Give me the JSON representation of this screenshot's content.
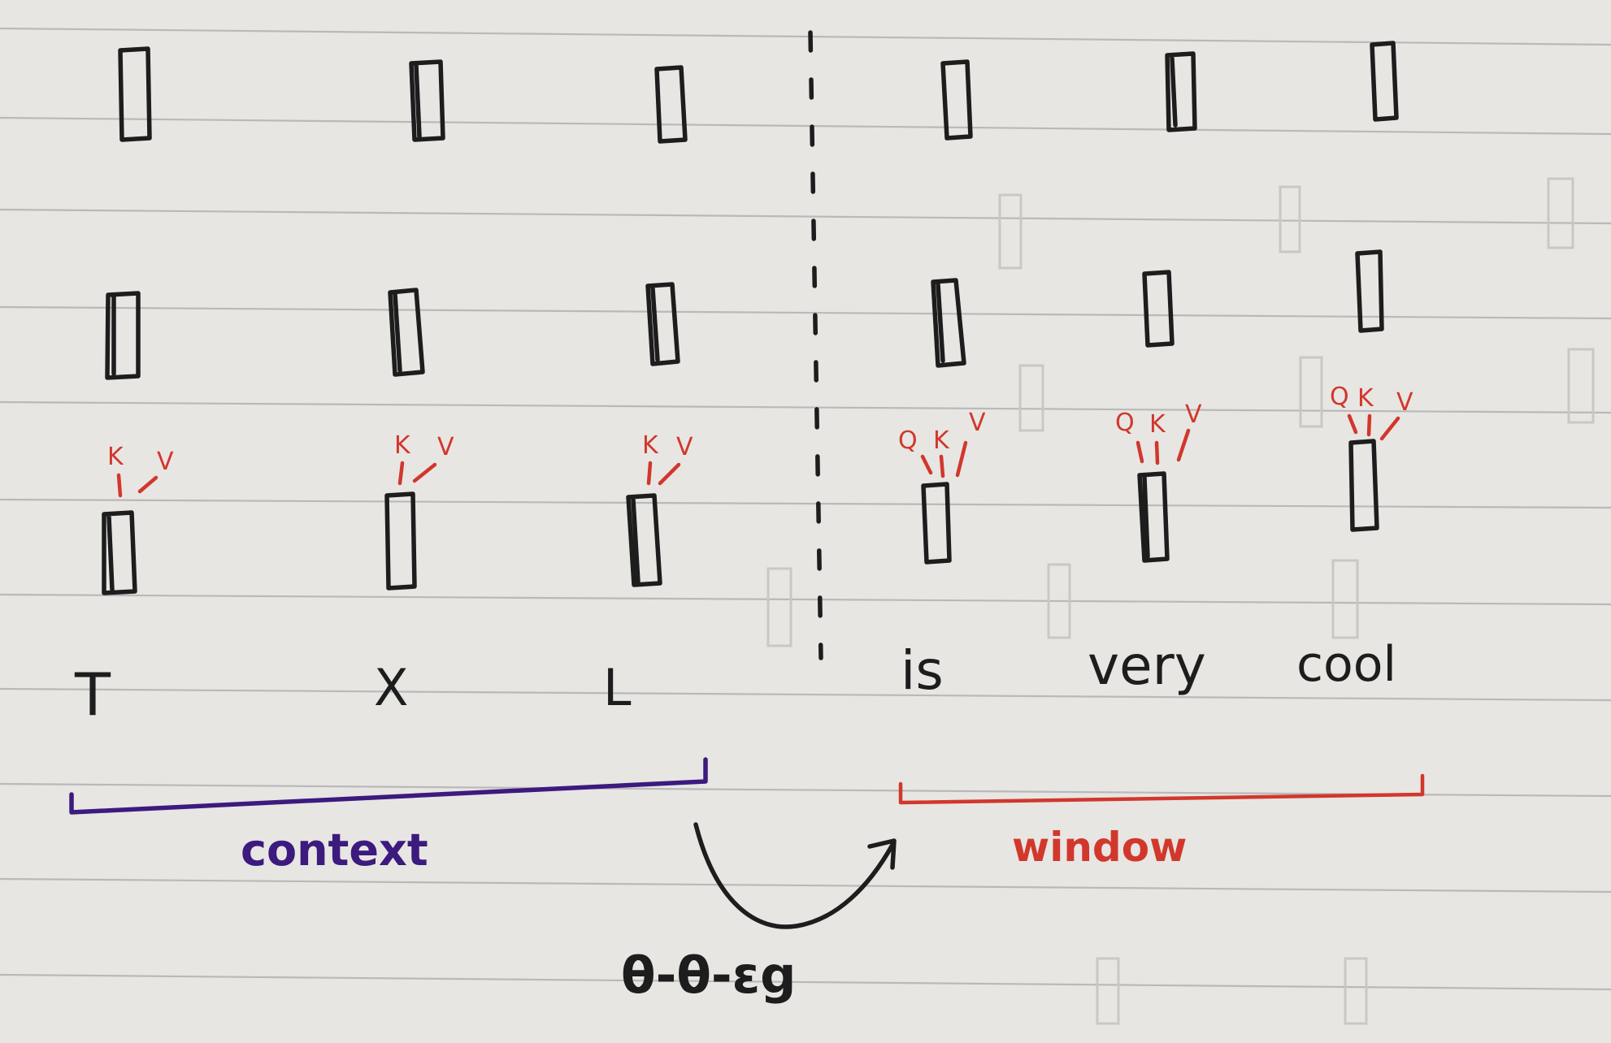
{
  "tokens": [
    "T",
    "X",
    "L",
    "is",
    "very",
    "cool"
  ],
  "context_tokens": [
    "K",
    "V"
  ],
  "window_tokens": [
    "Q",
    "K",
    "V"
  ],
  "labels": {
    "context": "context",
    "window": "window",
    "operation": "θ-θ-εg"
  },
  "colors": {
    "ink": "#1d1d1d",
    "kv": "#d2372c",
    "context": "#3c1a7e",
    "window": "#d2372c",
    "paper": "#e7e6e3"
  }
}
